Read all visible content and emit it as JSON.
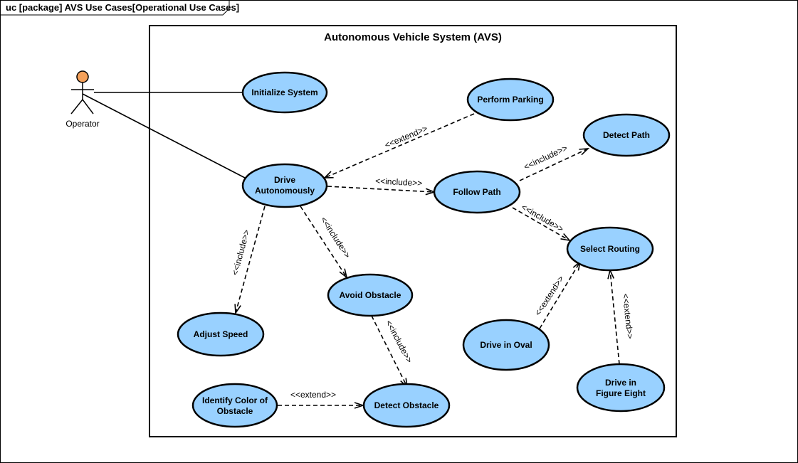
{
  "frame": {
    "title": "uc [package] AVS Use Cases[Operational Use Cases]"
  },
  "system": {
    "title": "Autonomous Vehicle System (AVS)"
  },
  "actor": {
    "label": "Operator",
    "head_color": "#F5A15A"
  },
  "colors": {
    "usecase_fill": "#99D1FF",
    "stroke": "#000000"
  },
  "use_cases": {
    "initialize_system": [
      "Initialize System"
    ],
    "perform_parking": [
      "Perform Parking"
    ],
    "detect_path": [
      "Detect Path"
    ],
    "drive_autonomously": [
      "Drive",
      "Autonomously"
    ],
    "follow_path": [
      "Follow Path"
    ],
    "select_routing": [
      "Select Routing"
    ],
    "avoid_obstacle": [
      "Avoid Obstacle"
    ],
    "adjust_speed": [
      "Adjust Speed"
    ],
    "drive_in_oval": [
      "Drive in Oval"
    ],
    "drive_in_figure_eight": [
      "Drive in",
      "Figure Eight"
    ],
    "identify_color_of_obstacle": [
      "Identify Color of",
      "Obstacle"
    ],
    "detect_obstacle": [
      "Detect Obstacle"
    ]
  },
  "relations": {
    "parking_extend": "<<extend>>",
    "follow_include": "<<include>>",
    "detect_path_include": "<<include>>",
    "select_routing_include": "<<include>>",
    "adjust_speed_include": "<<include>>",
    "avoid_obstacle_include": "<<include>>",
    "detect_obstacle_include": "<<include>>",
    "oval_extend": "<<extend>>",
    "figure_eight_extend": "<<extend>>",
    "identify_color_extend": "<<extend>>"
  }
}
